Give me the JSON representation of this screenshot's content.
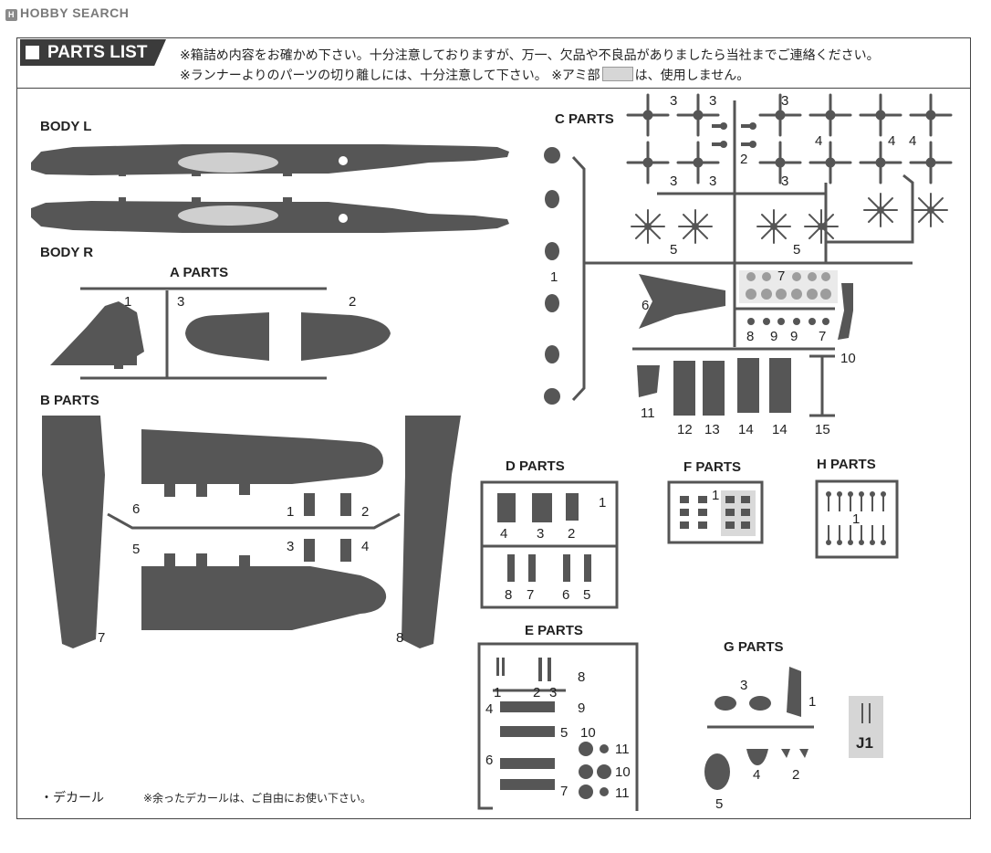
{
  "logo": {
    "text": "HOBBY SEARCH"
  },
  "header": {
    "title": "PARTS LIST",
    "notice_line_1": "※箱詰め内容をお確かめ下さい。十分注意しておりますが、万一、欠品や不良品がありましたら当社までご連絡ください。",
    "notice_line_2_before": "※ランナーよりのパーツの切り離しには、十分注意して下さい。 ※アミ部",
    "notice_line_2_after": "は、使用しません。"
  },
  "labels": {
    "body_l": "BODY L",
    "body_r": "BODY R",
    "a_parts": "A PARTS",
    "b_parts": "B  PARTS",
    "c_parts": "C PARTS",
    "d_parts": "D PARTS",
    "e_parts": "E PARTS",
    "f_parts": "F PARTS",
    "g_parts": "G PARTS",
    "h_parts": "H PARTS",
    "j1": "J1"
  },
  "numbers": {
    "a1": "1",
    "a2": "2",
    "a3": "3",
    "b1": "1",
    "b2": "2",
    "b3": "3",
    "b4": "4",
    "b5": "5",
    "b6": "6",
    "b7": "7",
    "b8": "8",
    "c3a": "3",
    "c3b": "3",
    "c3c": "3",
    "c3d": "3",
    "c3e": "3",
    "c3f": "3",
    "c2": "2",
    "c4a": "4",
    "c4b": "4",
    "c4c": "4",
    "c5a": "5",
    "c5b": "5",
    "c1": "1",
    "c6": "6",
    "c7a": "7",
    "c8": "8",
    "c9a": "9",
    "c9b": "9",
    "c7b": "7",
    "c10": "10",
    "c11": "11",
    "c12": "12",
    "c13": "13",
    "c14a": "14",
    "c14b": "14",
    "c15": "15",
    "d1": "1",
    "d2": "2",
    "d3": "3",
    "d4": "4",
    "d5": "5",
    "d6": "6",
    "d7": "7",
    "d8": "8",
    "e1": "1",
    "e2": "2",
    "e3": "3",
    "e4": "4",
    "e5": "5",
    "e6": "6",
    "e7": "7",
    "e8": "8",
    "e9": "9",
    "e10a": "10",
    "e10b": "10",
    "e11a": "11",
    "e11b": "11",
    "f1": "1",
    "h1": "1",
    "g1": "1",
    "g2": "2",
    "g3": "3",
    "g4": "4",
    "g5": "5"
  },
  "footer": {
    "decal": "・デカール",
    "decal_note": "※余ったデカールは、ご自由にお使い下さい。"
  },
  "colors": {
    "part_fill": "#565656",
    "mesh_fill": "#d9d9d9",
    "canopy_fill": "#cfcfcf"
  }
}
